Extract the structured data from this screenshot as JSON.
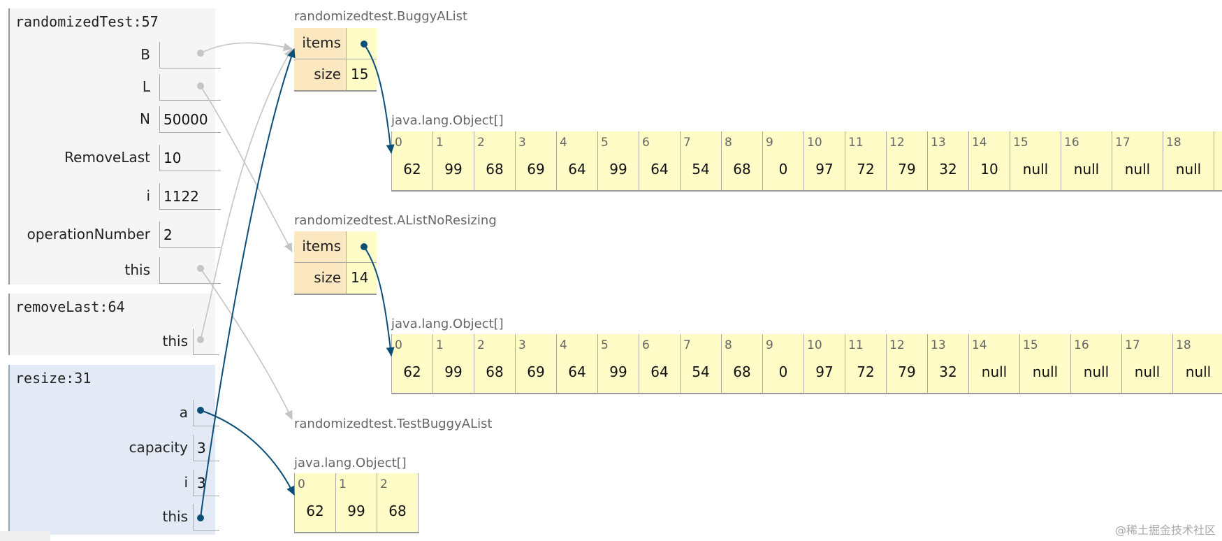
{
  "frames": {
    "randomizedTest": {
      "title": "randomizedTest:57",
      "vars": {
        "B": {
          "name": "B",
          "value": ""
        },
        "L": {
          "name": "L",
          "value": ""
        },
        "N": {
          "name": "N",
          "value": "50000"
        },
        "RemoveLast": {
          "name": "RemoveLast",
          "value": "10"
        },
        "i": {
          "name": "i",
          "value": "1122"
        },
        "operationNumber": {
          "name": "operationNumber",
          "value": "2"
        },
        "this": {
          "name": "this",
          "value": ""
        }
      }
    },
    "removeLast": {
      "title": "removeLast:64",
      "vars": {
        "this": {
          "name": "this",
          "value": ""
        }
      }
    },
    "resize": {
      "title": "resize:31",
      "vars": {
        "a": {
          "name": "a",
          "value": ""
        },
        "capacity": {
          "name": "capacity",
          "value": "3"
        },
        "i": {
          "name": "i",
          "value": "3"
        },
        "this": {
          "name": "this",
          "value": ""
        }
      }
    }
  },
  "heap": {
    "buggyAList": {
      "type": "randomizedtest.BuggyAList",
      "fields": {
        "items": "items",
        "size_key": "size",
        "size": "15"
      }
    },
    "buggyArray": {
      "type": "java.lang.Object[]",
      "values": [
        "62",
        "99",
        "68",
        "69",
        "64",
        "99",
        "64",
        "54",
        "68",
        "0",
        "97",
        "72",
        "79",
        "32",
        "10",
        "null",
        "null",
        "null",
        "null"
      ]
    },
    "aListNoResizing": {
      "type": "randomizedtest.AListNoResizing",
      "fields": {
        "items": "items",
        "size_key": "size",
        "size": "14"
      }
    },
    "noResizingArray": {
      "type": "java.lang.Object[]",
      "values": [
        "62",
        "99",
        "68",
        "69",
        "64",
        "99",
        "64",
        "54",
        "68",
        "0",
        "97",
        "72",
        "79",
        "32",
        "null",
        "null",
        "null",
        "null",
        "null"
      ]
    },
    "testBuggyAList": {
      "type": "randomizedtest.TestBuggyAList"
    },
    "resizeArray": {
      "type": "java.lang.Object[]",
      "values": [
        "62",
        "99",
        "68"
      ]
    }
  },
  "colors": {
    "pointer_active": "#0b4f78",
    "pointer_inactive": "#c4c4c4",
    "object_key_bg": "#fbe8c0",
    "value_bg": "#fffcc8"
  },
  "watermark": "@稀土掘金技术社区"
}
